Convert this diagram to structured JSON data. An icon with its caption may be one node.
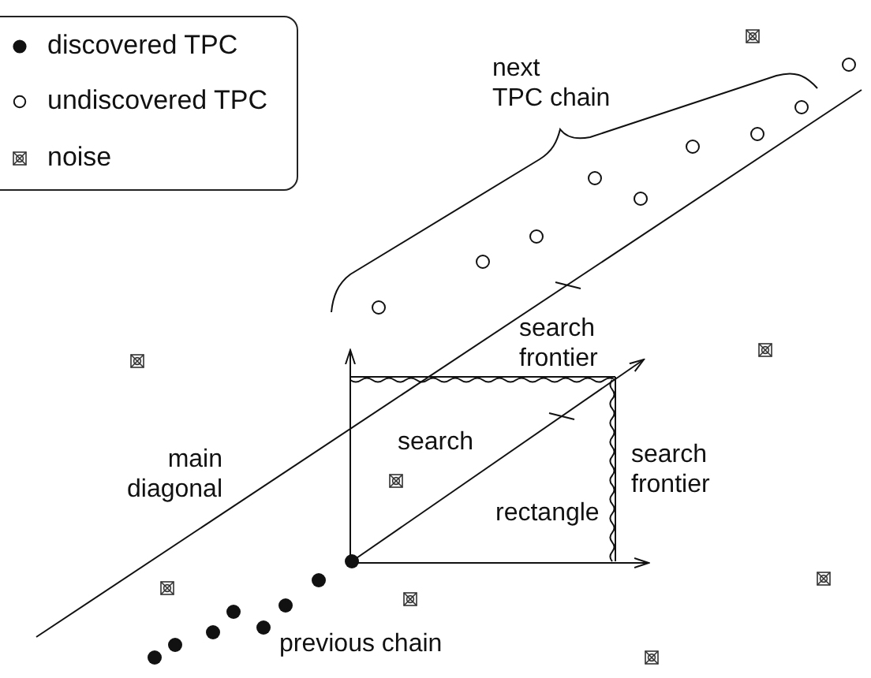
{
  "diagram": {
    "labels": [
      "next TPC chain",
      "search frontier",
      "main diagonal",
      "search",
      "search frontier",
      "rectangle",
      "previous chain"
    ],
    "legend": [
      {
        "text": "discovered TPC"
      },
      {
        "text": "undiscovered TPC"
      },
      {
        "text": "noise"
      }
    ]
  }
}
